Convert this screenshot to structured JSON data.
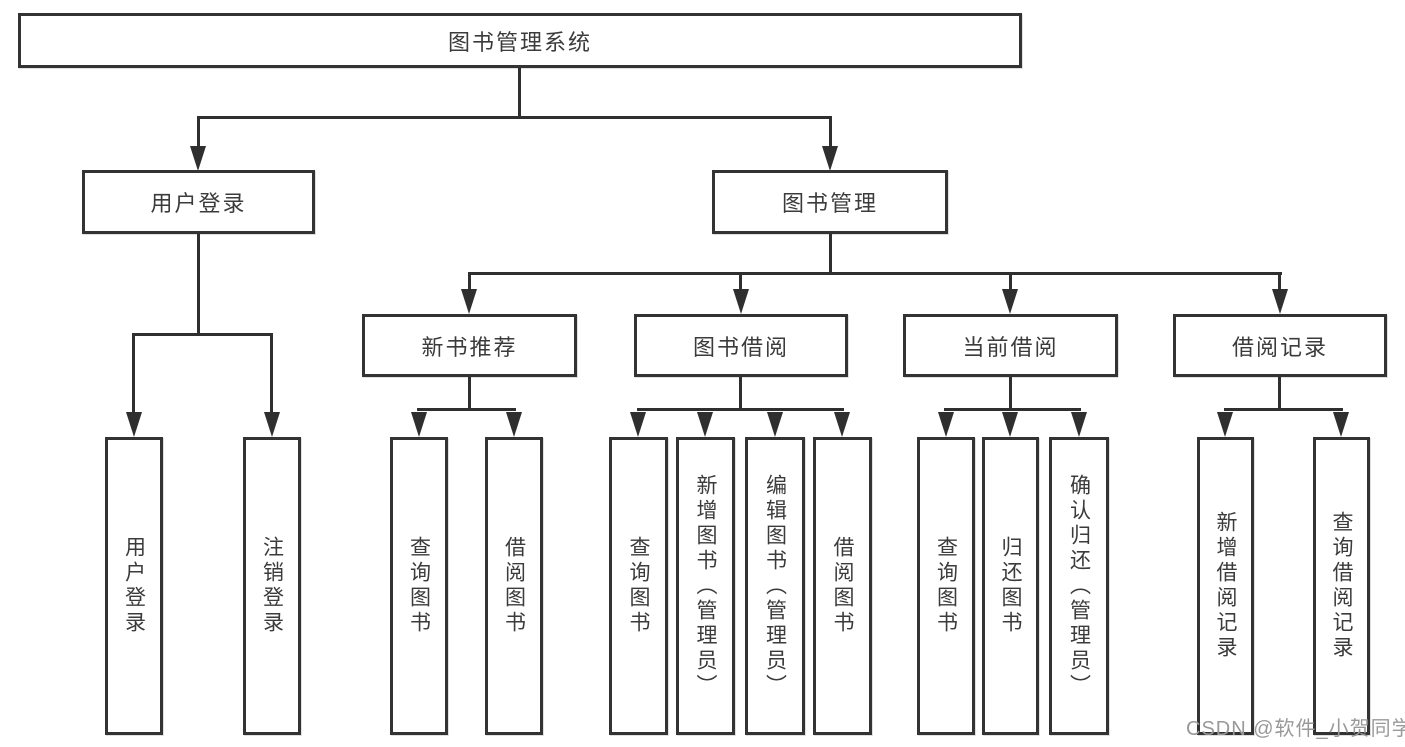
{
  "colors": {
    "line": "#2f2f2f",
    "border": "#333333",
    "text": "#3b3b3b",
    "watermark": "#999999",
    "background": "#ffffff"
  },
  "watermark": "CSDN @软件_小贺同学",
  "tree": {
    "label": "图书管理系统",
    "children": [
      {
        "label": "用户登录",
        "children": [
          {
            "label": "用户登录"
          },
          {
            "label": "注销登录"
          }
        ]
      },
      {
        "label": "图书管理",
        "children": [
          {
            "label": "新书推荐",
            "children": [
              {
                "label": "查询图书"
              },
              {
                "label": "借阅图书"
              }
            ]
          },
          {
            "label": "图书借阅",
            "children": [
              {
                "label": "查询图书"
              },
              {
                "label": "新增图书（管理员）"
              },
              {
                "label": "编辑图书（管理员）"
              },
              {
                "label": "借阅图书"
              }
            ]
          },
          {
            "label": "当前借阅",
            "children": [
              {
                "label": "查询图书"
              },
              {
                "label": "归还图书"
              },
              {
                "label": "确认归还（管理员）"
              }
            ]
          },
          {
            "label": "借阅记录",
            "children": [
              {
                "label": "新增借阅记录"
              },
              {
                "label": "查询借阅记录"
              }
            ]
          }
        ]
      }
    ]
  }
}
